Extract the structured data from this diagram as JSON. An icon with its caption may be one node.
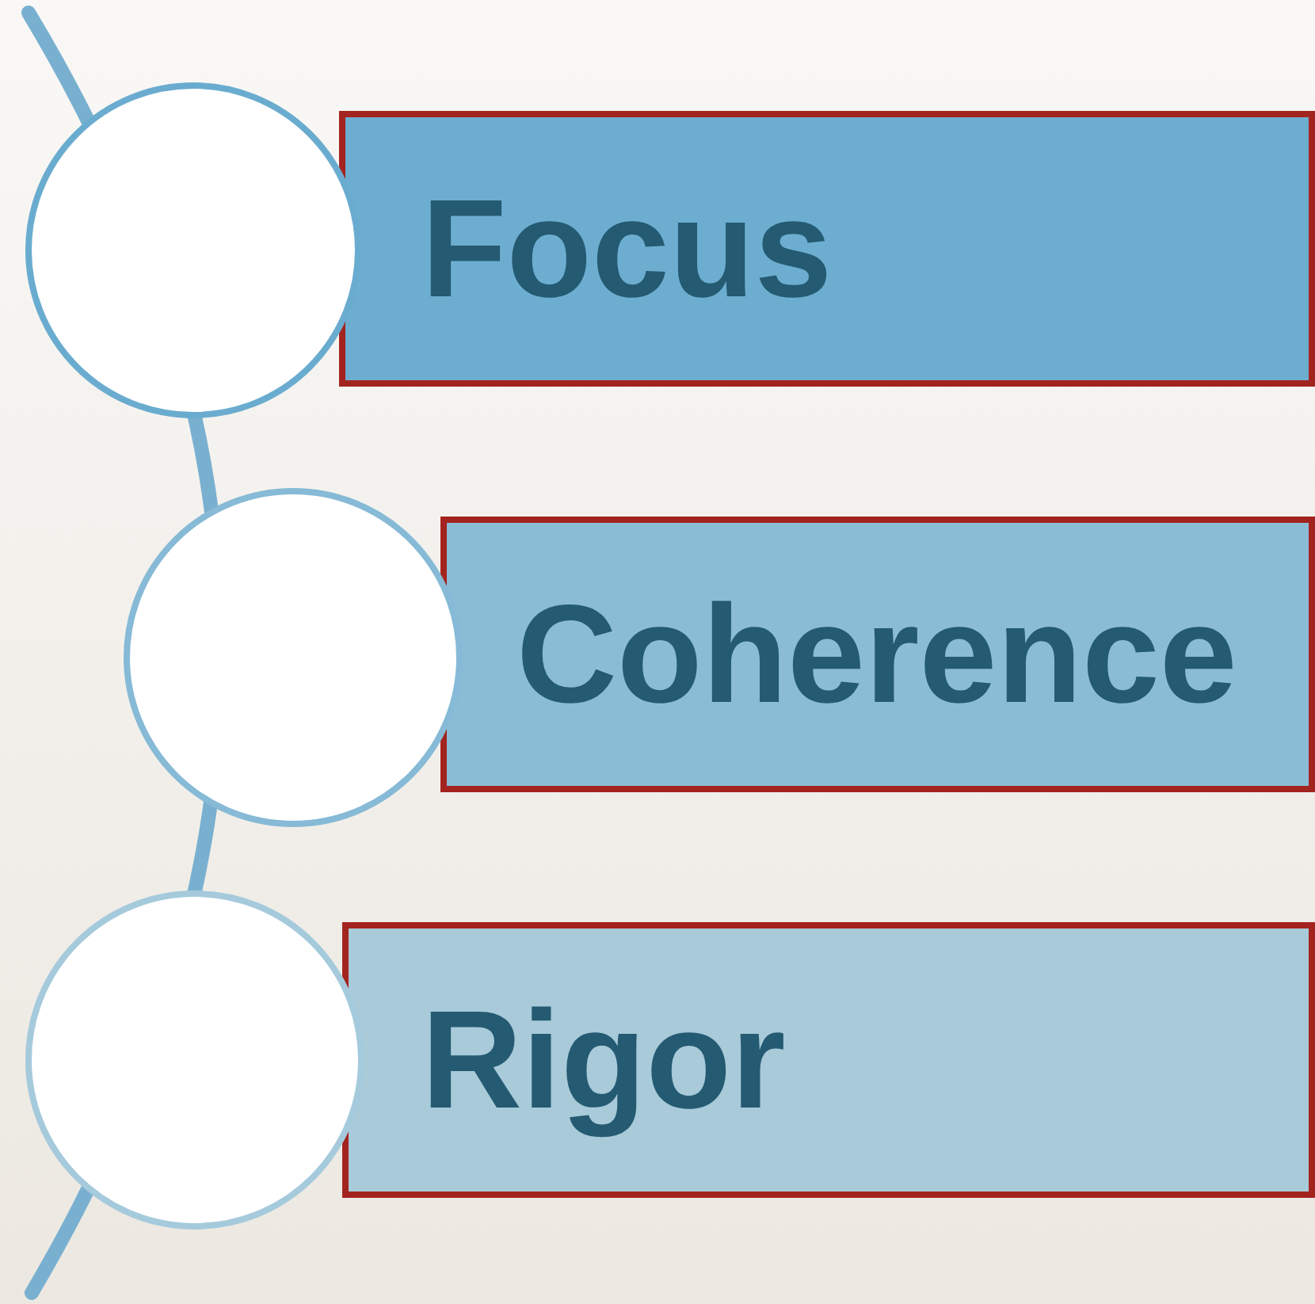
{
  "diagram": {
    "nodes": [
      {
        "text": [],
        "shape": "circle"
      },
      {
        "text": [
          "Focus"
        ]
      },
      {
        "text": [],
        "shape": "circle"
      },
      {
        "text": [
          "Coherence"
        ]
      },
      {
        "text": [],
        "shape": "circle"
      },
      {
        "text": [
          "Rigor"
        ]
      }
    ]
  }
}
